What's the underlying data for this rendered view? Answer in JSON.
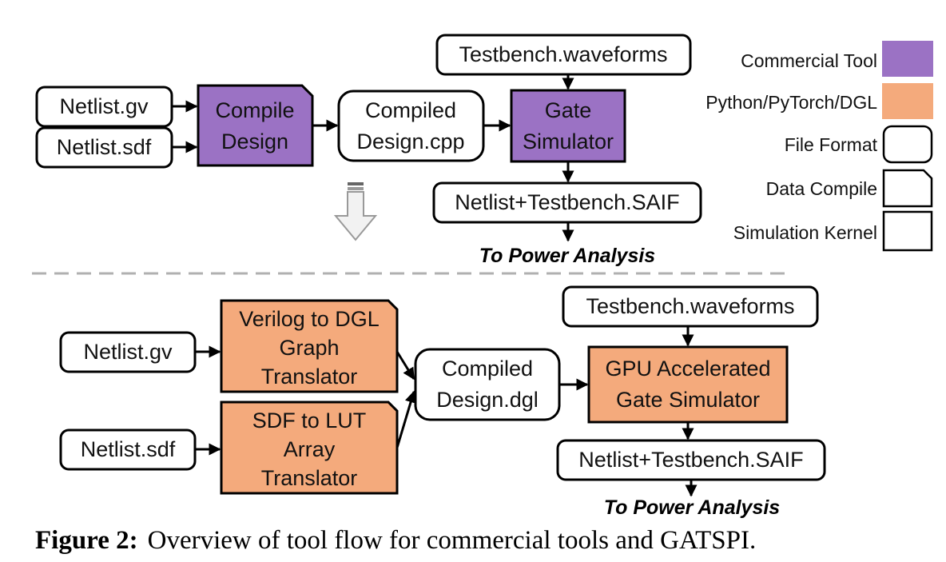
{
  "top_flow": {
    "netlist_gv": "Netlist.gv",
    "netlist_sdf": "Netlist.sdf",
    "compile_design": [
      "Compile",
      "Design"
    ],
    "compiled_design": [
      "Compiled",
      "Design.cpp"
    ],
    "testbench": "Testbench.waveforms",
    "gate_simulator": [
      "Gate",
      "Simulator"
    ],
    "saif": "Netlist+Testbench.SAIF",
    "output": "To Power Analysis"
  },
  "bottom_flow": {
    "netlist_gv": "Netlist.gv",
    "netlist_sdf": "Netlist.sdf",
    "verilog_translator": [
      "Verilog to DGL",
      "Graph",
      "Translator"
    ],
    "sdf_translator": [
      "SDF to LUT",
      "Array",
      "Translator"
    ],
    "compiled_design": [
      "Compiled",
      "Design.dgl"
    ],
    "testbench": "Testbench.waveforms",
    "gpu_simulator": [
      "GPU Accelerated",
      "Gate Simulator"
    ],
    "saif": "Netlist+Testbench.SAIF",
    "output": "To Power Analysis"
  },
  "legend": {
    "commercial": "Commercial Tool",
    "python": "Python/PyTorch/DGL",
    "file_format": "File Format",
    "data_compile": "Data Compile",
    "sim_kernel": "Simulation Kernel"
  },
  "colors": {
    "commercial": "#9b72c4",
    "python": "#f4aa7c"
  },
  "caption": {
    "label": "Figure 2:",
    "text": "Overview of tool flow for commercial tools and GATSPI."
  }
}
